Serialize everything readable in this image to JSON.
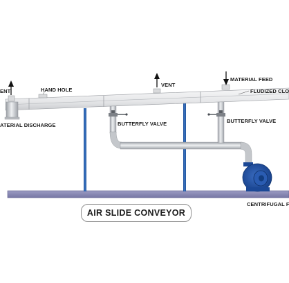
{
  "diagram": {
    "title": "AIR SLIDE CONVEYOR",
    "labels": {
      "vent_left": "ENT",
      "hand_hole": "HAND HOLE",
      "vent_middle": "VENT",
      "material_feed": "MATERIAL FEED",
      "fluidized_cloth": "FLUDIZED CLOT",
      "material_discharge": "ATERIAL DISCHARGE",
      "butterfly_valve_1": "BUTTERFLY VALVE",
      "butterfly_valve_2": "BUTTERFLY VALVE",
      "centrifugal_fan": "CENTRIFUGAL FA"
    },
    "colors": {
      "floor": "#8b8bb4",
      "support": "#2f66b3",
      "fan": "#1e50a6",
      "pipe": "#c9ccd0",
      "conveyor": "#ececed"
    }
  }
}
